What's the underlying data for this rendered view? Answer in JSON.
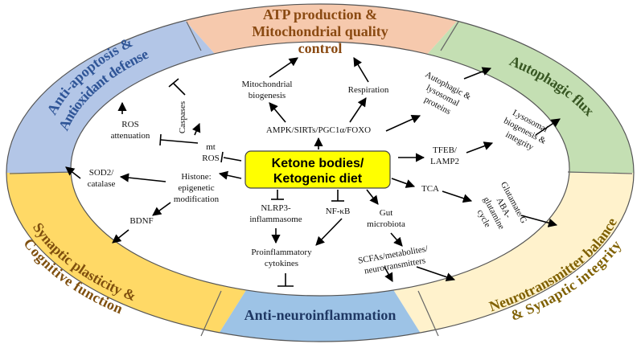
{
  "center": {
    "line1": "Ketone bodies/",
    "line2": "Ketogenic diet"
  },
  "bands": {
    "top": {
      "line1": "ATP production &",
      "line2": "Mitochondrial quality",
      "line3": "control",
      "fill": "#f6c9ad",
      "text_color": "#8a4a12"
    },
    "top_left": {
      "line1": "Anti-apoptosis &",
      "line2": "Antioxidant defense",
      "fill": "#b3c6e7",
      "text_color": "#2f5597"
    },
    "top_right": {
      "line1": "Autophagic flux",
      "fill": "#c4dfb3",
      "text_color": "#385723"
    },
    "bottom_left": {
      "line1": "Synaptic plasticity &",
      "line2": "Cognitive function",
      "fill": "#ffd966",
      "text_color": "#7f4f0e"
    },
    "bottom_right": {
      "line1": "Neurotransmitter balance",
      "line2": "& Synaptic integrity",
      "fill": "#fff2cc",
      "text_color": "#7f6000"
    },
    "bottom": {
      "line1": "Anti-neuroinflammation",
      "fill": "#9dc3e6",
      "text_color": "#1f3864"
    }
  },
  "nodes": {
    "mito_biogenesis": {
      "line1": "Mitochondrial",
      "line2": "biogenesis"
    },
    "respiration": {
      "line1": "Respiration"
    },
    "ampk": {
      "line1": "AMPK/SIRTs/PGC1α/FOXO"
    },
    "caspases": {
      "line1": "Caspases"
    },
    "ros_attenuation": {
      "line1": "ROS",
      "line2": "attenuation"
    },
    "mt_ros": {
      "line1": "mt",
      "line2": "ROS"
    },
    "autophagic_proteins": {
      "line1": "Autophagic &",
      "line2": "lysosomal",
      "line3": "proteins"
    },
    "tfeb": {
      "line1": "TFEB/",
      "line2": "LAMP2"
    },
    "lysosomal": {
      "line1": "Lysosomal",
      "line2": "biogenesis &",
      "line3": "integrity"
    },
    "sod2": {
      "line1": "SOD2/",
      "line2": "catalase"
    },
    "histone": {
      "line1": "Histone:",
      "line2": "epigenetic",
      "line3": "modification"
    },
    "bdnf": {
      "line1": "BDNF"
    },
    "nlrp3": {
      "line1": "NLRP3-",
      "line2": "inflammasome"
    },
    "nfkb": {
      "line1": "NF-κB"
    },
    "gut": {
      "line1": "Gut",
      "line2": "microbiota"
    },
    "tca": {
      "line1": "TCA"
    },
    "glutamate": {
      "line1": "Glutamate/G",
      "line2": "ABA-",
      "line3": "glutamine",
      "line4": "cycle"
    },
    "scfa": {
      "line1": "SCFAs/metabolites/",
      "line2": "neurotransmitters"
    },
    "proinflammatory": {
      "line1": "Proinflammatory",
      "line2": "cytokines"
    }
  }
}
